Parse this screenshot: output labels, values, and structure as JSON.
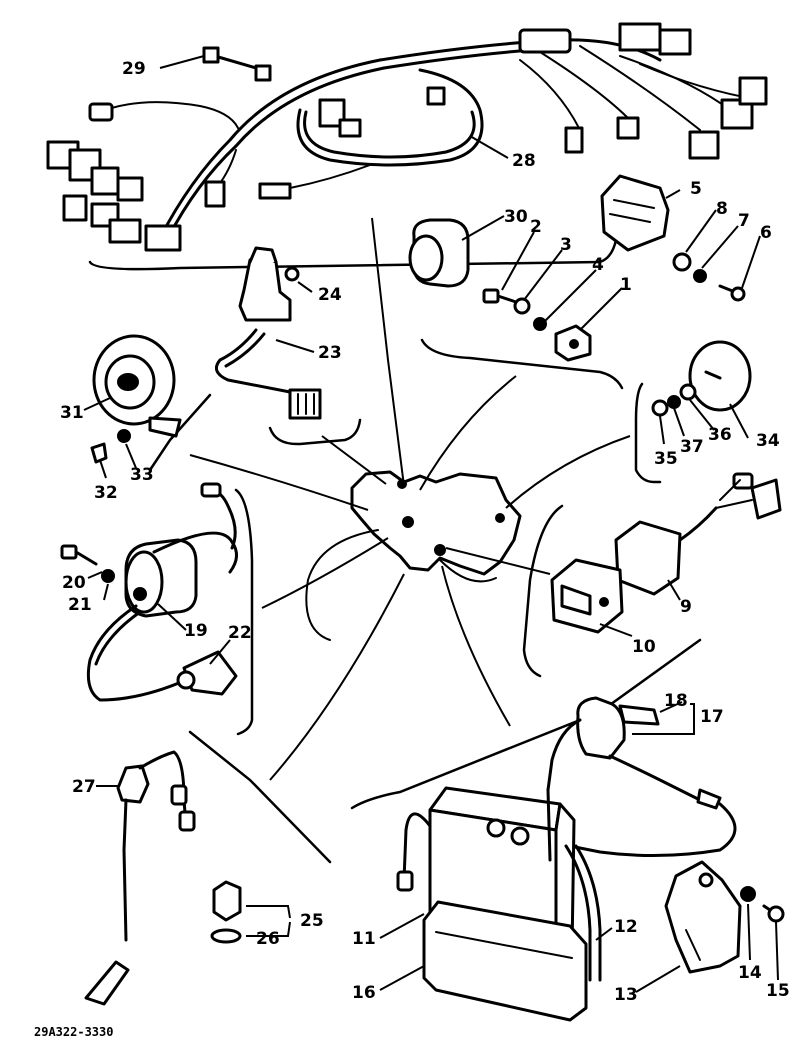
{
  "diagram": {
    "drawing_code": "29A322-3330",
    "callouts": [
      "1",
      "2",
      "3",
      "4",
      "5",
      "6",
      "7",
      "8",
      "9",
      "10",
      "11",
      "12",
      "13",
      "14",
      "15",
      "16",
      "17",
      "18",
      "19",
      "20",
      "21",
      "22",
      "23",
      "24",
      "25",
      "26",
      "27",
      "28",
      "29",
      "30",
      "31",
      "32",
      "33",
      "34",
      "35",
      "36",
      "37"
    ]
  }
}
